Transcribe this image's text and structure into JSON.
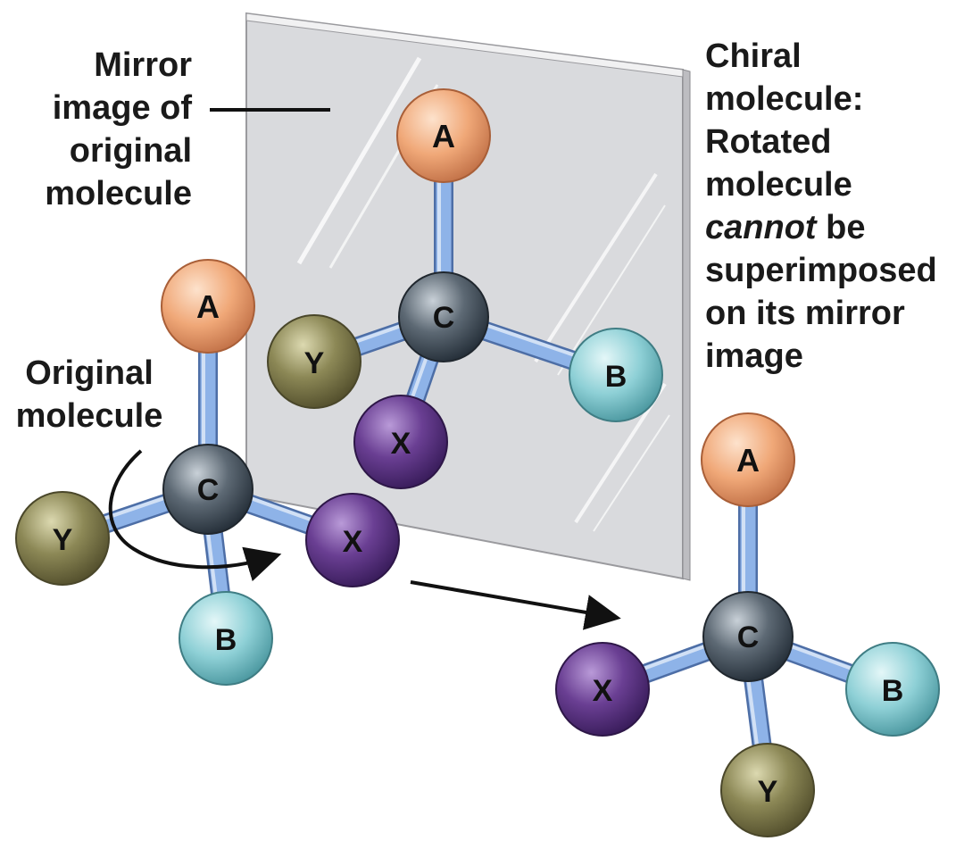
{
  "labels": {
    "mirror_image": [
      "Mirror",
      "image of",
      "original",
      "molecule"
    ],
    "original": [
      "Original",
      "molecule"
    ],
    "chiral": {
      "line1": "Chiral",
      "line2": "molecule:",
      "line3": "Rotated",
      "line4": "molecule",
      "line5_italic": "cannot",
      "line5_rest": " be",
      "line6": "superimposed",
      "line7": "on its mirror",
      "line8": "image"
    }
  },
  "atoms": {
    "original": {
      "top": "A",
      "center": "C",
      "left": "Y",
      "right": "X",
      "bottom": "B"
    },
    "mirror": {
      "top": "A",
      "center": "C",
      "left": "Y",
      "bottom": "X",
      "right": "B"
    },
    "rotated": {
      "top": "A",
      "center": "C",
      "left": "X",
      "right": "B",
      "bottom": "Y"
    }
  },
  "colors": {
    "A": "#f0a878",
    "B": "#8ed0d6",
    "C": "#5a6570",
    "X": "#6a3f93",
    "Y": "#8c8856",
    "bond": "#8eb3e8",
    "mirror": "#d9dadd"
  }
}
